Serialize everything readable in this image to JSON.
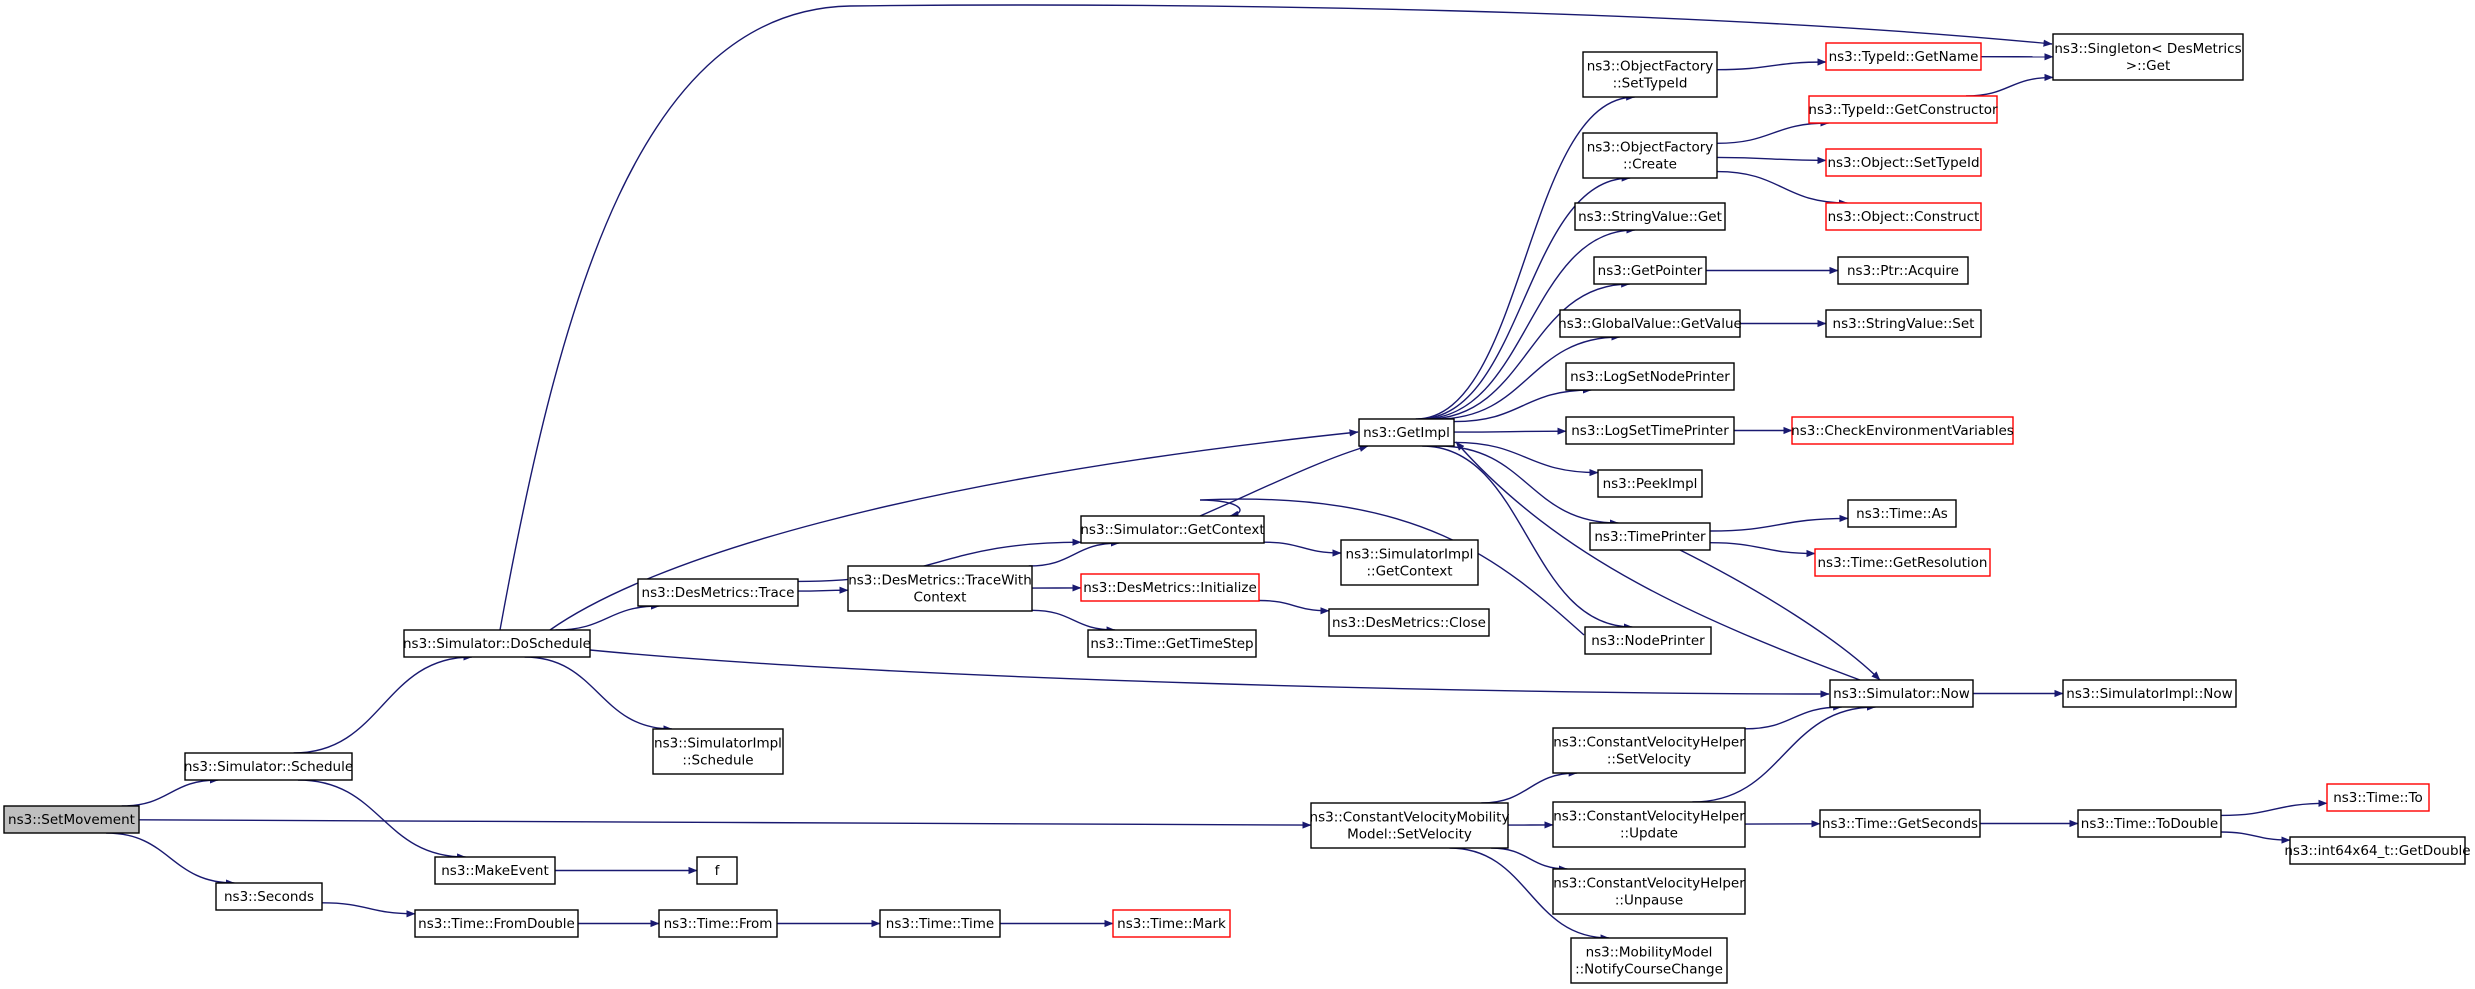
{
  "graph": {
    "nodes": [
      {
        "id": "n0",
        "lines": [
          "ns3::SetMovement"
        ],
        "border": "#000000",
        "fill": "#bfbfbf"
      },
      {
        "id": "n1",
        "lines": [
          "ns3::Simulator::Schedule"
        ],
        "border": "#000000"
      },
      {
        "id": "n2",
        "lines": [
          "ns3::Seconds"
        ],
        "border": "#000000"
      },
      {
        "id": "n3",
        "lines": [
          "ns3::Simulator::DoSchedule"
        ],
        "border": "#000000"
      },
      {
        "id": "n4",
        "lines": [
          "ns3::MakeEvent"
        ],
        "border": "#000000"
      },
      {
        "id": "n5",
        "lines": [
          "ns3::Time::FromDouble"
        ],
        "border": "#000000"
      },
      {
        "id": "n6",
        "lines": [
          "ns3::DesMetrics::Trace"
        ],
        "border": "#000000"
      },
      {
        "id": "n7",
        "lines": [
          "ns3::SimulatorImpl",
          "::Schedule"
        ],
        "border": "#000000"
      },
      {
        "id": "n8",
        "lines": [
          "f"
        ],
        "border": "#000000"
      },
      {
        "id": "n9",
        "lines": [
          "ns3::Time::From"
        ],
        "border": "#000000"
      },
      {
        "id": "n10",
        "lines": [
          "ns3::DesMetrics::TraceWith",
          "Context"
        ],
        "border": "#000000"
      },
      {
        "id": "n11",
        "lines": [
          "ns3::Time::Time"
        ],
        "border": "#000000"
      },
      {
        "id": "n12",
        "lines": [
          "ns3::Simulator::GetContext"
        ],
        "border": "#000000"
      },
      {
        "id": "n13",
        "lines": [
          "ns3::DesMetrics::Initialize"
        ],
        "border": "#ff0000"
      },
      {
        "id": "n14",
        "lines": [
          "ns3::Time::GetTimeStep"
        ],
        "border": "#000000"
      },
      {
        "id": "n15",
        "lines": [
          "ns3::Time::Mark"
        ],
        "border": "#ff0000"
      },
      {
        "id": "n16",
        "lines": [
          "ns3::ConstantVelocityMobility",
          "Model::SetVelocity"
        ],
        "border": "#000000"
      },
      {
        "id": "n17",
        "lines": [
          "ns3::SimulatorImpl",
          "::GetContext"
        ],
        "border": "#000000"
      },
      {
        "id": "n18",
        "lines": [
          "ns3::DesMetrics::Close"
        ],
        "border": "#000000"
      },
      {
        "id": "n19",
        "lines": [
          "ns3::GetImpl"
        ],
        "border": "#000000"
      },
      {
        "id": "n20",
        "lines": [
          "ns3::ObjectFactory",
          "::SetTypeId"
        ],
        "border": "#000000"
      },
      {
        "id": "n21",
        "lines": [
          "ns3::ObjectFactory",
          "::Create"
        ],
        "border": "#000000"
      },
      {
        "id": "n22",
        "lines": [
          "ns3::StringValue::Get"
        ],
        "border": "#000000"
      },
      {
        "id": "n23",
        "lines": [
          "ns3::GetPointer"
        ],
        "border": "#000000"
      },
      {
        "id": "n24",
        "lines": [
          "ns3::GlobalValue::GetValue"
        ],
        "border": "#000000"
      },
      {
        "id": "n25",
        "lines": [
          "ns3::LogSetNodePrinter"
        ],
        "border": "#000000"
      },
      {
        "id": "n26",
        "lines": [
          "ns3::LogSetTimePrinter"
        ],
        "border": "#000000"
      },
      {
        "id": "n27",
        "lines": [
          "ns3::PeekImpl"
        ],
        "border": "#000000"
      },
      {
        "id": "n28",
        "lines": [
          "ns3::TimePrinter"
        ],
        "border": "#000000"
      },
      {
        "id": "n29",
        "lines": [
          "ns3::NodePrinter"
        ],
        "border": "#000000"
      },
      {
        "id": "n30",
        "lines": [
          "ns3::ConstantVelocityHelper",
          "::SetVelocity"
        ],
        "border": "#000000"
      },
      {
        "id": "n31",
        "lines": [
          "ns3::ConstantVelocityHelper",
          "::Update"
        ],
        "border": "#000000"
      },
      {
        "id": "n32",
        "lines": [
          "ns3::ConstantVelocityHelper",
          "::Unpause"
        ],
        "border": "#000000"
      },
      {
        "id": "n33",
        "lines": [
          "ns3::MobilityModel",
          "::NotifyCourseChange"
        ],
        "border": "#000000"
      },
      {
        "id": "n34",
        "lines": [
          "ns3::TypeId::GetName"
        ],
        "border": "#ff0000"
      },
      {
        "id": "n35",
        "lines": [
          "ns3::TypeId::GetConstructor"
        ],
        "border": "#ff0000"
      },
      {
        "id": "n36",
        "lines": [
          "ns3::Object::SetTypeId"
        ],
        "border": "#ff0000"
      },
      {
        "id": "n37",
        "lines": [
          "ns3::Object::Construct"
        ],
        "border": "#ff0000"
      },
      {
        "id": "n38",
        "lines": [
          "ns3::Ptr::Acquire"
        ],
        "border": "#000000"
      },
      {
        "id": "n39",
        "lines": [
          "ns3::StringValue::Set"
        ],
        "border": "#000000"
      },
      {
        "id": "n40",
        "lines": [
          "ns3::CheckEnvironmentVariables"
        ],
        "border": "#ff0000"
      },
      {
        "id": "n41",
        "lines": [
          "ns3::Time::As"
        ],
        "border": "#000000"
      },
      {
        "id": "n42",
        "lines": [
          "ns3::Time::GetResolution"
        ],
        "border": "#ff0000"
      },
      {
        "id": "n43",
        "lines": [
          "ns3::Simulator::Now"
        ],
        "border": "#000000"
      },
      {
        "id": "n44",
        "lines": [
          "ns3::Time::GetSeconds"
        ],
        "border": "#000000"
      },
      {
        "id": "n45",
        "lines": [
          "ns3::Singleton< DesMetrics",
          " >::Get"
        ],
        "border": "#000000"
      },
      {
        "id": "n46",
        "lines": [
          "ns3::SimulatorImpl::Now"
        ],
        "border": "#000000"
      },
      {
        "id": "n47",
        "lines": [
          "ns3::Time::ToDouble"
        ],
        "border": "#000000"
      },
      {
        "id": "n48",
        "lines": [
          "ns3::Time::To"
        ],
        "border": "#ff0000"
      },
      {
        "id": "n49",
        "lines": [
          "ns3::int64x64_t::GetDouble"
        ],
        "border": "#000000"
      }
    ],
    "edges": [
      [
        "n0",
        "n1"
      ],
      [
        "n0",
        "n16"
      ],
      [
        "n0",
        "n2"
      ],
      [
        "n1",
        "n3"
      ],
      [
        "n1",
        "n4"
      ],
      [
        "n2",
        "n5"
      ],
      [
        "n3",
        "n45"
      ],
      [
        "n3",
        "n19"
      ],
      [
        "n3",
        "n6"
      ],
      [
        "n3",
        "n43"
      ],
      [
        "n3",
        "n7"
      ],
      [
        "n4",
        "n8"
      ],
      [
        "n5",
        "n9"
      ],
      [
        "n9",
        "n11"
      ],
      [
        "n11",
        "n15"
      ],
      [
        "n6",
        "n12"
      ],
      [
        "n6",
        "n10"
      ],
      [
        "n10",
        "n12"
      ],
      [
        "n10",
        "n13"
      ],
      [
        "n10",
        "n14"
      ],
      [
        "n12",
        "n19"
      ],
      [
        "n12",
        "n17"
      ],
      [
        "n13",
        "n18"
      ],
      [
        "n16",
        "n30"
      ],
      [
        "n16",
        "n31"
      ],
      [
        "n16",
        "n32"
      ],
      [
        "n16",
        "n33"
      ],
      [
        "n19",
        "n20"
      ],
      [
        "n19",
        "n21"
      ],
      [
        "n19",
        "n22"
      ],
      [
        "n19",
        "n23"
      ],
      [
        "n19",
        "n24"
      ],
      [
        "n19",
        "n25"
      ],
      [
        "n19",
        "n26"
      ],
      [
        "n19",
        "n27"
      ],
      [
        "n19",
        "n28"
      ],
      [
        "n19",
        "n29"
      ],
      [
        "n20",
        "n34"
      ],
      [
        "n21",
        "n35"
      ],
      [
        "n21",
        "n36"
      ],
      [
        "n21",
        "n37"
      ],
      [
        "n23",
        "n38"
      ],
      [
        "n24",
        "n39"
      ],
      [
        "n26",
        "n40"
      ],
      [
        "n28",
        "n41"
      ],
      [
        "n28",
        "n42"
      ],
      [
        "n28",
        "n43"
      ],
      [
        "n29",
        "n12"
      ],
      [
        "n43",
        "n19"
      ],
      [
        "n34",
        "n45"
      ],
      [
        "n35",
        "n45"
      ],
      [
        "n30",
        "n43"
      ],
      [
        "n31",
        "n43"
      ],
      [
        "n31",
        "n44"
      ],
      [
        "n43",
        "n46"
      ],
      [
        "n44",
        "n47"
      ],
      [
        "n47",
        "n48"
      ],
      [
        "n47",
        "n49"
      ]
    ]
  }
}
